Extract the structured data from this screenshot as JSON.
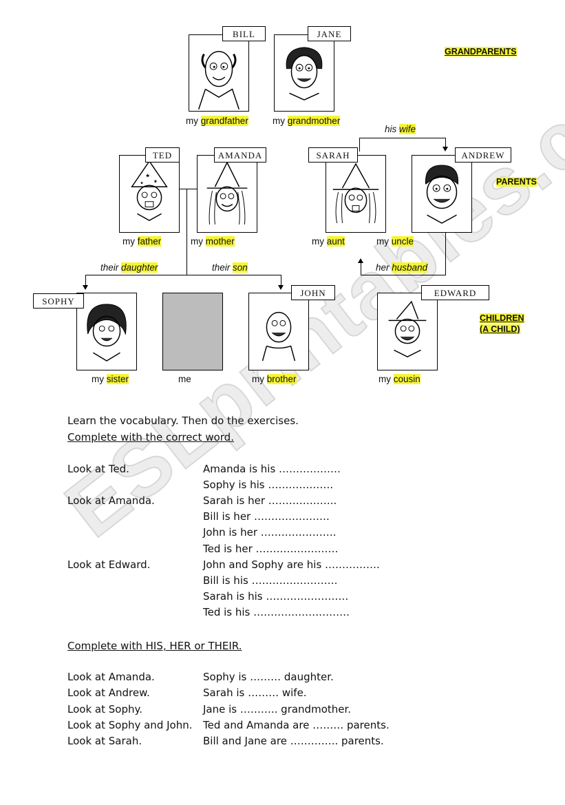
{
  "tree": {
    "grandparents": {
      "label": "GRANDPARENTS",
      "bill": {
        "name": "BILL",
        "cap_pre": "my",
        "cap_word": "grandfather"
      },
      "jane": {
        "name": "JANE",
        "cap_pre": "my",
        "cap_word": "grandmother"
      }
    },
    "parents": {
      "label": "PARENTS",
      "ted": {
        "name": "TED",
        "cap_pre": "my",
        "cap_word": "father"
      },
      "amanda": {
        "name": "AMANDA",
        "cap_pre": "my",
        "cap_word": "mother"
      },
      "sarah": {
        "name": "SARAH",
        "cap_pre": "my",
        "cap_word": "aunt"
      },
      "andrew": {
        "name": "ANDREW",
        "cap_pre": "my",
        "cap_word": "uncle"
      },
      "his_wife": {
        "pre": "his",
        "word": "wife"
      },
      "her_husband": {
        "pre": "her",
        "word": "husband"
      },
      "their_daughter": {
        "pre": "their",
        "word": "daughter"
      },
      "their_son": {
        "pre": "their",
        "word": "son"
      }
    },
    "children": {
      "label1": "CHILDREN",
      "label2": "(A CHILD)",
      "sophy": {
        "name": "SOPHY",
        "cap_pre": "my",
        "cap_word": "sister"
      },
      "me": {
        "cap": "me"
      },
      "john": {
        "name": "JOHN",
        "cap_pre": "my",
        "cap_word": "brother"
      },
      "edward": {
        "name": "EDWARD",
        "cap_pre": "my",
        "cap_word": "cousin"
      }
    }
  },
  "watermark": "ESLprintables.com",
  "instructions": "Learn the vocabulary. Then do the exercises.",
  "exercise1": {
    "title": "Complete with the correct word.",
    "rows": [
      {
        "left": "Look at Ted.",
        "right": "Amanda is his ………………"
      },
      {
        "left": "",
        "right": "Sophy is his ………………."
      },
      {
        "left": "Look at Amanda.",
        "right": "Sarah is her ……………….."
      },
      {
        "left": "",
        "right": "Bill is her …………………."
      },
      {
        "left": "",
        "right": "John is her …………………."
      },
      {
        "left": "",
        "right": "Ted is her ……………………"
      },
      {
        "left": "Look at Edward.",
        "right": "John and Sophy are his ……………."
      },
      {
        "left": "",
        "right": "Bill is his ……………………."
      },
      {
        "left": "",
        "right": "Sarah is his ……………………"
      },
      {
        "left": "",
        "right": "Ted is his ………………………."
      }
    ]
  },
  "exercise2": {
    "title": "Complete with HIS, HER or THEIR.",
    "rows": [
      {
        "left": "Look at Amanda.",
        "right": "Sophy is ……… daughter."
      },
      {
        "left": "Look at Andrew.",
        "right": "Sarah is ……… wife."
      },
      {
        "left": "Look at Sophy.",
        "right": "Jane is ……….. grandmother."
      },
      {
        "left": "Look at Sophy and John.",
        "right": "Ted and Amanda are ……… parents."
      },
      {
        "left": "Look at Sarah.",
        "right": "Bill and Jane are ………….. parents."
      }
    ]
  }
}
